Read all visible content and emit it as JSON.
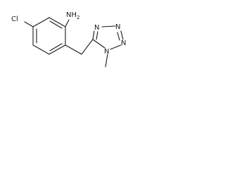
{
  "molecule": {
    "atoms": {
      "chloro": "Cl",
      "amine": "NH",
      "amine_h_count": "2",
      "n1": "N",
      "n2": "N",
      "n3": "N",
      "n4": "N"
    },
    "colors": {
      "bond": "#1a1a1a",
      "label": "#1a1a1a",
      "background": "#ffffff"
    }
  }
}
